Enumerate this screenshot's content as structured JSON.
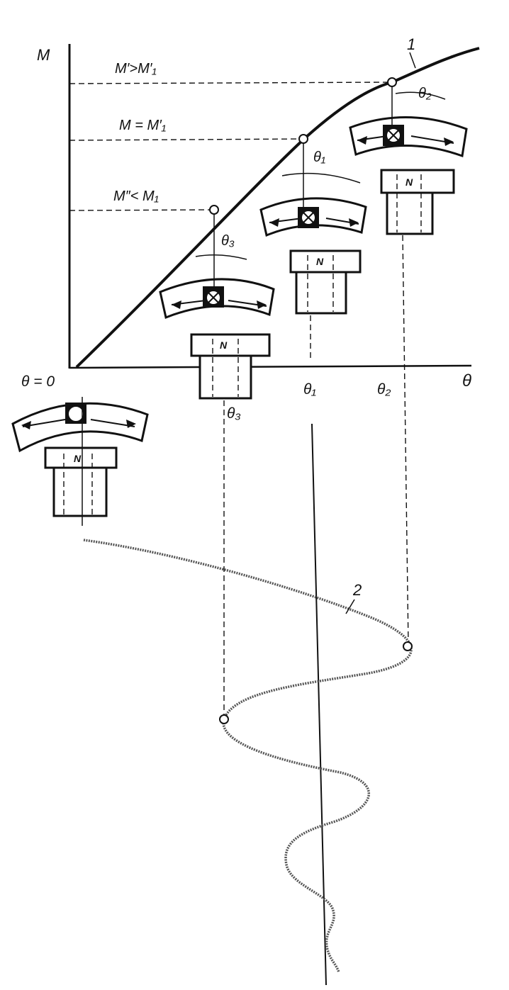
{
  "axes": {
    "y_label": "M",
    "x_label": "θ",
    "origin_label": "θ = 0"
  },
  "levels": [
    {
      "label": "M′>M′₁"
    },
    {
      "label": "M = M′₁"
    },
    {
      "label": "M″< M₁"
    }
  ],
  "angle_labels": {
    "theta1": "θ₁",
    "theta2": "θ₂",
    "theta3": "θ₃"
  },
  "curve_labels": {
    "curve1": "1",
    "curve2": "2"
  },
  "pole_glyphs": {
    "north": "N"
  },
  "colors": {
    "ink": "#111111",
    "curve2": "#555555"
  }
}
